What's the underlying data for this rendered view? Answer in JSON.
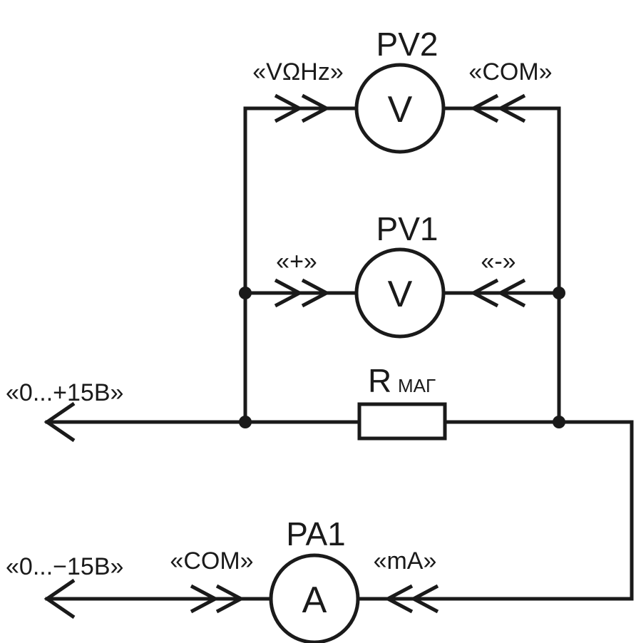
{
  "meters": {
    "pv2": {
      "ref": "PV2",
      "symbol": "V",
      "left_terminal": "«VΩHz»",
      "right_terminal": "«COM»"
    },
    "pv1": {
      "ref": "PV1",
      "symbol": "V",
      "left_terminal": "«+»",
      "right_terminal": "«-»"
    },
    "pa1": {
      "ref": "PA1",
      "symbol": "A",
      "left_terminal": "«COM»",
      "right_terminal": "«mA»"
    }
  },
  "resistor": {
    "letter": "R",
    "subscript": "МАГ"
  },
  "sources": {
    "positive": "«0...+15В»",
    "negative": "«0...−15В»"
  }
}
